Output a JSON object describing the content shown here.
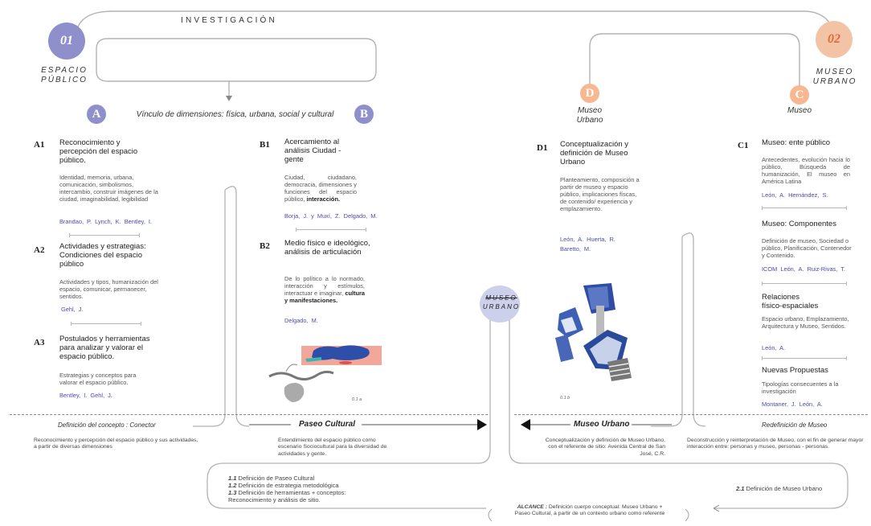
{
  "colors": {
    "blue": "#8f8fcc",
    "orange": "#f3c3a6",
    "link": "#4b4bb3"
  },
  "header": {
    "investigacion": "INVESTIGACIÓN"
  },
  "nodes": {
    "n01": {
      "num": "01",
      "label1": "ESPACIO",
      "label2": "PÚBLICO"
    },
    "n02": {
      "num": "02",
      "label1": "MUSEO",
      "label2": "URBANO"
    },
    "a": "A",
    "b": "B",
    "d": "D",
    "c": "C",
    "d_label1": "Museo",
    "d_label2": "Urbano",
    "c_label": "Museo",
    "vinculo": "Vínculo de dimensiones: física, urbana, social y cultural"
  },
  "a1": {
    "code": "A1",
    "title": "Reconocimiento y percepción del espacio público.",
    "body": "Identidad, memoria, urbana, comunicación, simbolismos, intercambio, construir imágenes de la ciudad, imaginabilidad, legibilidad",
    "refs": "Brandao, P.   Lynch, K.   Bentley, I."
  },
  "a2": {
    "code": "A2",
    "title": "Actividades y estrategias: Condiciones del espacio público",
    "body": "Actividades y tipos, humanización del espacio, comunicar, permanecer, sentidos.",
    "refs": "Gehl, J."
  },
  "a3": {
    "code": "A3",
    "title": "Postulados y herramientas para analizar y valorar el espacio público.",
    "body": "Estrategias y conceptos para valorar el espacio público.",
    "refs": "Bentley, I.    Gehl, J."
  },
  "b1": {
    "code": "B1",
    "title": "Acercamiento al análisis Ciudad - gente",
    "body": "Ciudad, ciudadano, democracia, dimensiones y funciones del espacio público, ",
    "bold": "interacción.",
    "refs": "Borja, J. y Muxí, Z.   Delgado, M."
  },
  "b2": {
    "code": "B2",
    "title": "Medio físico e ideológico, análisis de articulación",
    "body": "De lo político a lo normado, interacción y estímulos, interactuar e imaginar, ",
    "bold": "cultura y manifestaciones.",
    "refs": "Delgado, M."
  },
  "d1": {
    "code": "D1",
    "title": "Conceptualización y definición de Museo Urbano",
    "body": "Planteamiento, composición a partir de museo y espacio público, implicaciones físcas, de contenido/ experiencia y emplazamiento.",
    "refs1": "León, A.     Huerta, R.",
    "refs2": "Baretto, M."
  },
  "c1": {
    "code": "C1",
    "title": "Museo: ente público",
    "body": "Antecedentes, evolución hacia lo público, Búsqueda de humanización, El museo en América Latina",
    "refs": "León, A.   Hernández, S."
  },
  "c2": {
    "title": "Museo: Componentes",
    "body": "Definición de museo, Sociedad o público, Planificación, Contenedor y Contenido.",
    "refs": "ICOM   León, A.   Ruiz-Rivas, T."
  },
  "c3": {
    "title1": "Relaciones",
    "title2": "físico-espaciales",
    "body": "Espacio urbano, Emplazamiento, Arquitectura y Museo, Sentidos.",
    "refs": "León, A."
  },
  "c4": {
    "title": "Nuevas Propuestas",
    "body": "Tipologías consecuentes a la investigación",
    "refs": "Montaner, J.   León, A."
  },
  "logo": {
    "line1": "MUSEO",
    "line2": "URBANO"
  },
  "figures": {
    "fig_a": "0.1 a",
    "fig_b": "0.1 b"
  },
  "bottom": {
    "conector_title": "Definición del concepto : Conector",
    "conector_desc": "Reconocimiento y percepción del espacio público y sus actividades, a partir de diversas dimensiones",
    "paseo_title": "Paseo Cultural",
    "paseo_desc": "Entendimiento del espacio público como escenario Sociocultural para la diversidad de actividades y gente.",
    "museo_title": "Museo Urbano",
    "museo_desc": "Conceptualización y definición de Museo Urbano, con el referente de sitio: Avenida Central de San José, C.R.",
    "redef_title": "Redefinición de Museo",
    "redef_desc": "Deconstrucción y reinterpretación de Museo, con el fin de generar mayor interacción entre: personas y museo, personas - personas."
  },
  "steps": {
    "s11n": "1.1",
    "s11": "Definición de Paseo Cultural",
    "s12n": "1.2",
    "s12": "Definición de estrategia metodológica",
    "s13n": "1.3",
    "s13": "Definición de herramientas + conceptos:",
    "s13b": "Reconocimiento y análisis de sitio.",
    "s21n": "2.1",
    "s21": "Definición de Museo Urbano",
    "alcance_label": "ALCANCE :",
    "alcance": "Definición cuerpo conceptual: Museo Urbano + Paseo Cultural, a partir de un contexto urbano como referente"
  }
}
